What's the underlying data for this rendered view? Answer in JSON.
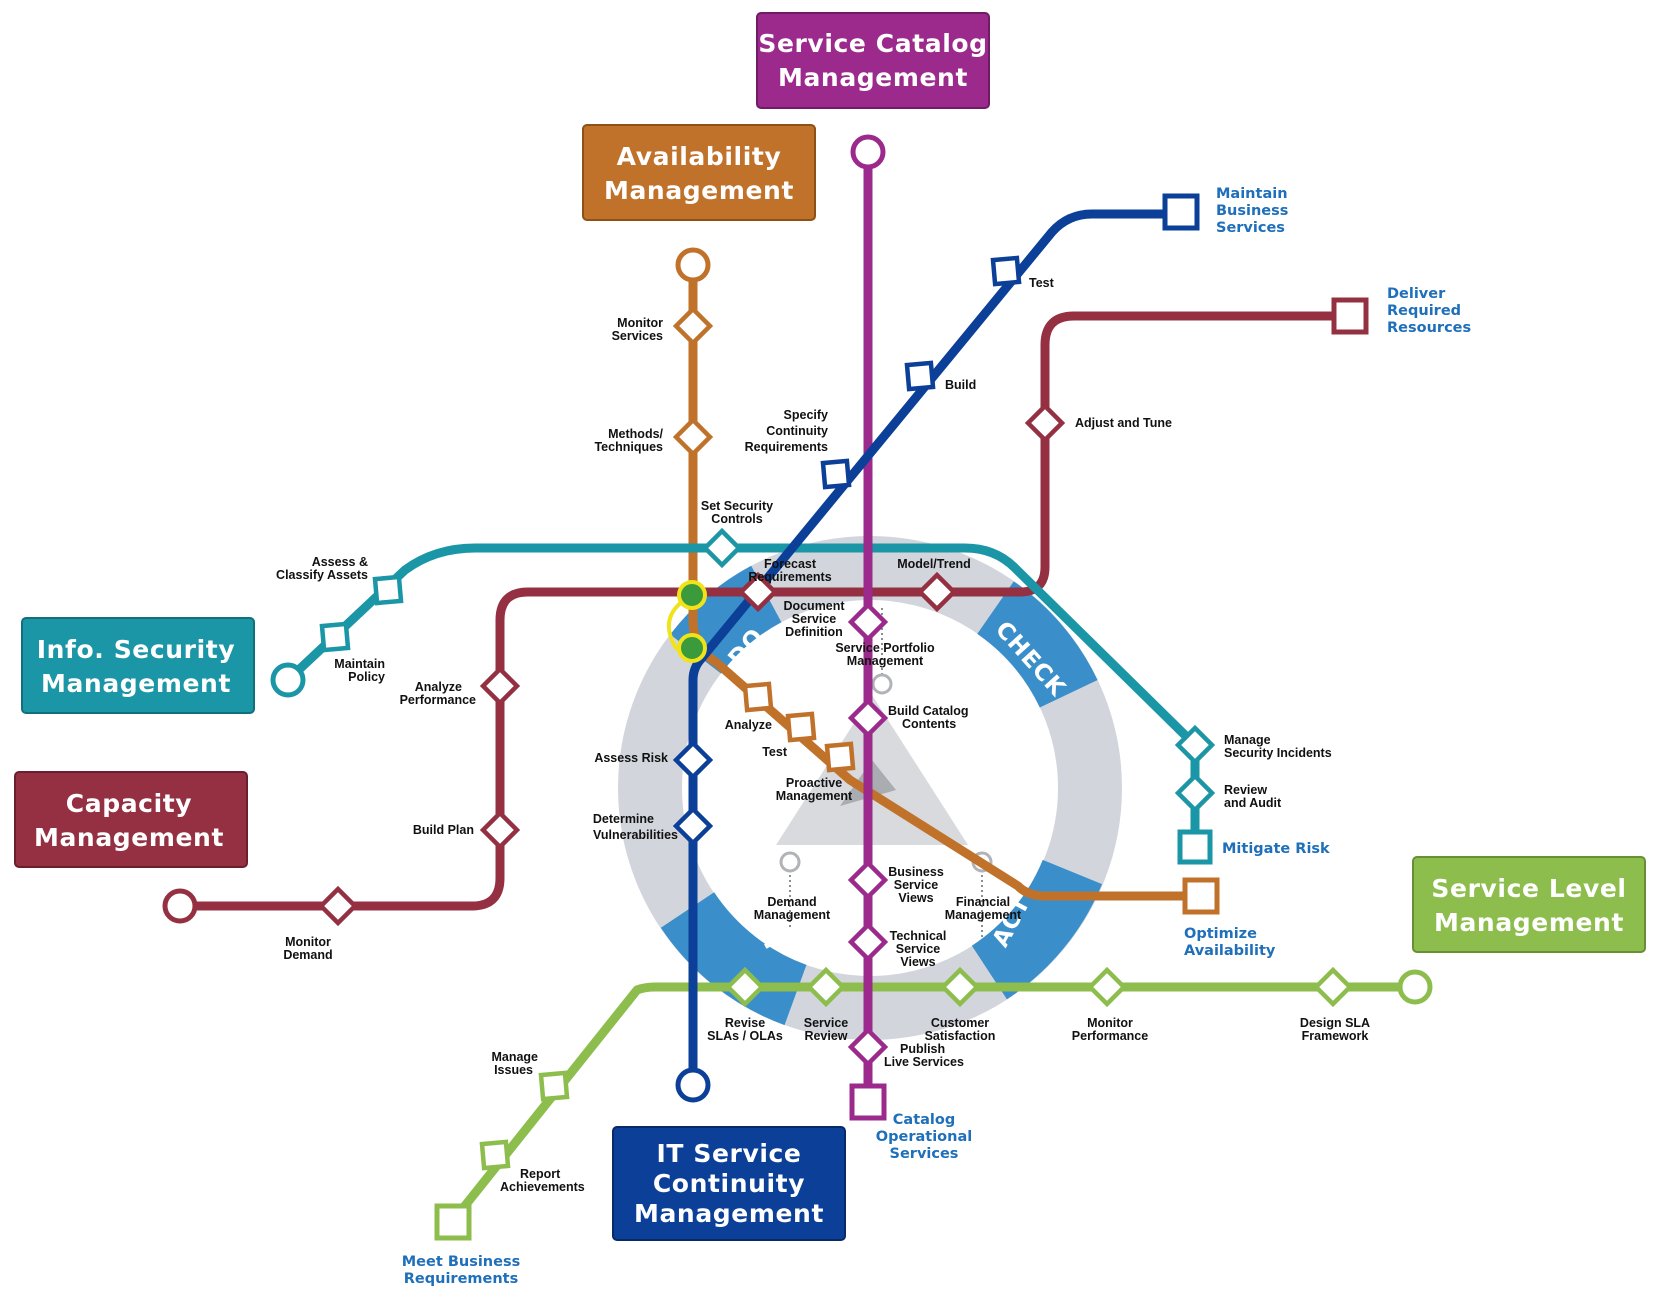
{
  "colors": {
    "availability": "#c0722b",
    "service_catalog": "#9b2a8c",
    "continuity": "#0b3f98",
    "info_security": "#1a96a6",
    "capacity": "#943041",
    "service_level": "#8dbe4d",
    "cycle_ring": "#d2d6dc",
    "cycle_segment": "#3a8fcb",
    "end_label": "#1f6fba"
  },
  "boxes": {
    "service_catalog": [
      "Service Catalog",
      "Management"
    ],
    "availability": [
      "Availability",
      "Management"
    ],
    "info_security": [
      "Info. Security",
      "Management"
    ],
    "capacity": [
      "Capacity",
      "Management"
    ],
    "service_level": [
      "Service Level",
      "Management"
    ],
    "continuity": [
      "IT Service",
      "Continuity",
      "Management"
    ]
  },
  "cycle": {
    "do": "DO",
    "check": "CHECK",
    "act": "ACT",
    "plan": "PLAN"
  },
  "stops": {
    "monitor_services": [
      "Monitor",
      "Services"
    ],
    "methods_techniques": [
      "Methods/",
      "Techniques"
    ],
    "set_security_controls": [
      "Set Security",
      "Controls"
    ],
    "forecast_requirements": [
      "Forecast",
      "Requirements"
    ],
    "analyze": [
      "Analyze"
    ],
    "test_avail": [
      "Test"
    ],
    "proactive_management": [
      "Proactive",
      "Management"
    ],
    "test_cont": [
      "Test"
    ],
    "build": [
      "Build"
    ],
    "specify_continuity": [
      "Specify",
      "Continuity",
      "Requirements"
    ],
    "assess_risk": [
      "Assess Risk"
    ],
    "determine_vulnerabilities": [
      "Determine",
      "Vulnerabilities"
    ],
    "adjust_and_tune": [
      "Adjust and Tune"
    ],
    "model_trend": [
      "Model/Trend"
    ],
    "analyze_performance": [
      "Analyze",
      "Performance"
    ],
    "build_plan": [
      "Build Plan"
    ],
    "monitor_demand": [
      "Monitor",
      "Demand"
    ],
    "assess_classify_assets": [
      "Assess &",
      "Classify Assets"
    ],
    "maintain_policy": [
      "Maintain",
      "Policy"
    ],
    "manage_security_incidents": [
      "Manage",
      "Security Incidents"
    ],
    "review_and_audit": [
      "Review",
      "and Audit"
    ],
    "document_service_definition": [
      "Document",
      "Service",
      "Definition"
    ],
    "service_portfolio_management": [
      "Service Portfolio",
      "Management"
    ],
    "build_catalog_contents": [
      "Build Catalog",
      "Contents"
    ],
    "business_service_views": [
      "Business",
      "Service",
      "Views"
    ],
    "technical_service_views": [
      "Technical",
      "Service",
      "Views"
    ],
    "publish_live_services": [
      "Publish",
      "Live Services"
    ],
    "demand_management": [
      "Demand",
      "Management"
    ],
    "financial_management": [
      "Financial",
      "Management"
    ],
    "revise_slas": [
      "Revise",
      "SLAs / OLAs"
    ],
    "service_review": [
      "Service",
      "Review"
    ],
    "customer_satisfaction": [
      "Customer",
      "Satisfaction"
    ],
    "monitor_performance": [
      "Monitor",
      "Performance"
    ],
    "design_sla_framework": [
      "Design SLA",
      "Framework"
    ],
    "manage_issues": [
      "Manage",
      "Issues"
    ],
    "report_achievements": [
      "Report",
      "Achievements"
    ]
  },
  "endpoints": {
    "maintain_business_services": [
      "Maintain",
      "Business",
      "Services"
    ],
    "deliver_required_resources": [
      "Deliver",
      "Required",
      "Resources"
    ],
    "mitigate_risk": [
      "Mitigate Risk"
    ],
    "optimize_availability": [
      "Optimize",
      "Availability"
    ],
    "catalog_operational_services": [
      "Catalog",
      "Operational",
      "Services"
    ],
    "meet_business_requirements": [
      "Meet Business",
      "Requirements"
    ]
  }
}
